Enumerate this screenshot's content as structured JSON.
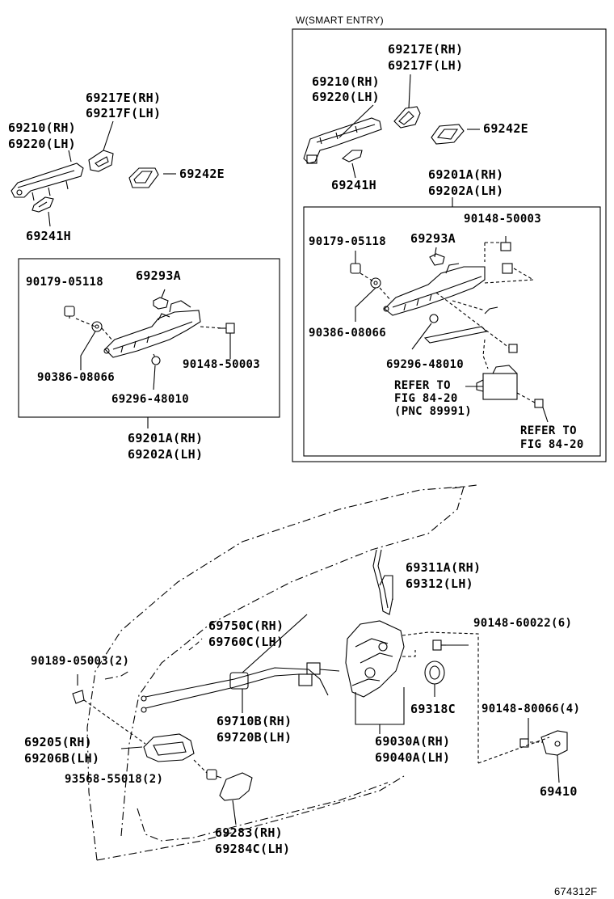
{
  "smart_entry_title": "W(SMART ENTRY)",
  "figure_code": "674312F",
  "left_group": {
    "handle_cover_rh": "69217E(RH)",
    "handle_cover_lh": "69217F(LH)",
    "handle_rh": "69210(RH)",
    "handle_lh": "69220(LH)",
    "pad": "69242E",
    "cap": "69241H",
    "frame_rh": "69201A(RH)",
    "frame_lh": "69202A(LH)",
    "bolt_a": "90179-05118",
    "clip": "69293A",
    "nut": "90386-08066",
    "screw": "90148-50003",
    "bracket": "69296-48010"
  },
  "smart_group": {
    "handle_cover_rh": "69217E(RH)",
    "handle_cover_lh": "69217F(LH)",
    "handle_rh": "69210(RH)",
    "handle_lh": "69220(LH)",
    "pad": "69242E",
    "cap": "69241H",
    "frame_rh": "69201A(RH)",
    "frame_lh": "69202A(LH)",
    "screw": "90148-50003",
    "bolt_a": "90179-05118",
    "clip": "69293A",
    "nut": "90386-08066",
    "bracket": "69296-48010",
    "refer1_l1": "REFER TO",
    "refer1_l2": "FIG 84-20",
    "refer1_l3": "(PNC 89991)",
    "refer2_l1": "REFER TO",
    "refer2_l2": "FIG 84-20"
  },
  "lower_group": {
    "rod_rh": "69311A(RH)",
    "rod_lh": "69312(LH)",
    "cable_rh": "69750C(RH)",
    "cable_lh": "69760C(LH)",
    "screw_a": "90148-60022(6)",
    "screw_b": "90189-05003(2)",
    "inner_cable_rh": "69710B(RH)",
    "inner_cable_lh": "69720B(LH)",
    "grommet": "69318C",
    "inner_handle_rh": "69205(RH)",
    "inner_handle_lh": "69206B(LH)",
    "screw_c": "90148-80066(4)",
    "lock_rh": "69030A(RH)",
    "lock_lh": "69040A(LH)",
    "screw_d": "93568-55018(2)",
    "striker": "69410",
    "bezel_rh": "69283(RH)",
    "bezel_lh": "69284C(LH)"
  }
}
